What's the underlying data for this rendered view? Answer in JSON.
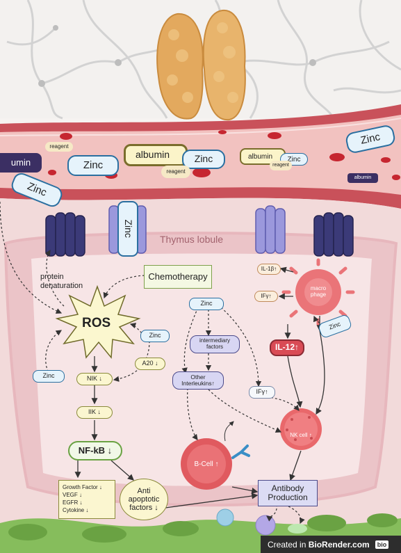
{
  "vessel": {
    "albumin_bound_zinc": [
      {
        "albumin": "albumin",
        "zinc": "Zinc"
      },
      {
        "albumin": "albumin",
        "zinc": "Zinc"
      }
    ],
    "albumin_partial": "umin",
    "albumin_small": "albumin",
    "reagent_labels": [
      "reagent",
      "reagent",
      "reagent"
    ],
    "free_zinc": [
      "Zinc",
      "Zinc",
      "Zinc"
    ]
  },
  "thymus": {
    "lobule_label": "Thymus lobule",
    "channel_label": "Zinc"
  },
  "pathway": {
    "chemotherapy": "Chemotherapy",
    "ros": "ROS",
    "protein_denaturation": "protein\ndenaturation",
    "zinc_left": "Zinc",
    "zinc_ros": "Zinc",
    "a20": "A20 ↓",
    "nik": "NIK ↓",
    "iik": "IIK ↓",
    "nfkb": "NF-kB ↓",
    "growth_factor_lines": [
      "Growth Factor ↓",
      "VEGF ↓",
      "EGFR ↓",
      "Cytokine ↓"
    ],
    "anti_apoptotic": "Anti\napoptotic\nfactors ↓",
    "zinc_mid": "Zinc",
    "intermediary": "intermediary\nfactors",
    "other_interleukins": "Other\nInterleukins↑",
    "ify_mid": "IFγ↑",
    "il1b": "IL-1β↑",
    "ify_top": "IFγ↑",
    "macrophage": "macro\nphage",
    "zinc_right": "Zinc",
    "il12": "IL-12↑",
    "nk_cell": "NK cell ↑",
    "b_cell": "B-Cell ↑",
    "antibody": "Antibody\nProduction"
  },
  "footer": {
    "created_in": "Created in ",
    "brand": "BioRender.com",
    "logo": "bio"
  },
  "colors": {
    "vessel_wall": "#c9515a",
    "vessel_lumen": "#f2c9c6",
    "tissue": "#f4dcdc",
    "lobule": "#f0cfd2",
    "thyroid": "#e6b06a",
    "zinc_border": "#2a6fa0",
    "cell_red": "#e9686b",
    "green_vessel": "#7fb65a"
  }
}
